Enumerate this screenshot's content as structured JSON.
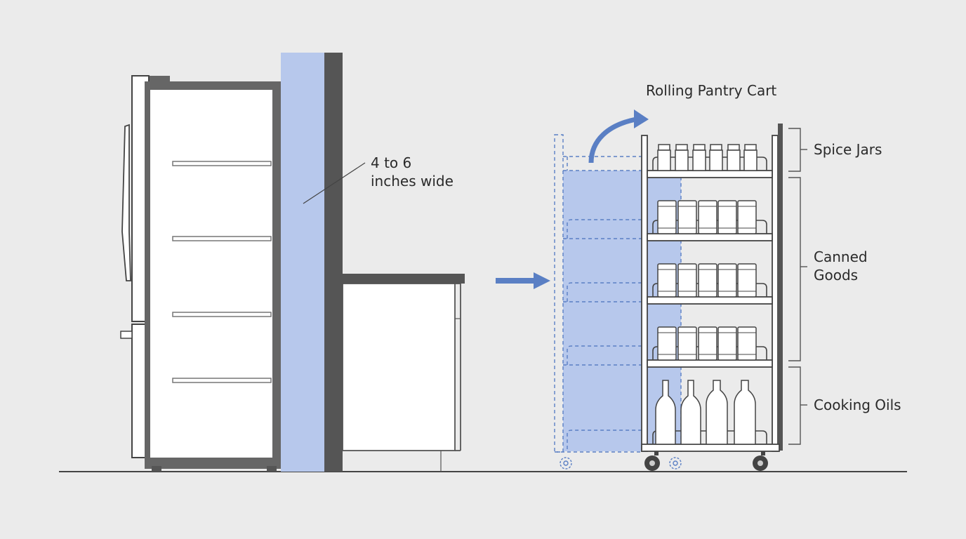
{
  "gap_label": {
    "line1": "4 to 6",
    "line2": "inches wide"
  },
  "cart_title": "Rolling Pantry Cart",
  "sections": {
    "spice": "Spice Jars",
    "canned_line1": "Canned",
    "canned_line2": "Goods",
    "oils": "Cooking Oils"
  },
  "colors": {
    "background": "#ebebeb",
    "gap_highlight": "#b7c8ec",
    "accent_blue": "#5a7fc4",
    "dark_frame": "#555555",
    "outline": "#444444"
  }
}
